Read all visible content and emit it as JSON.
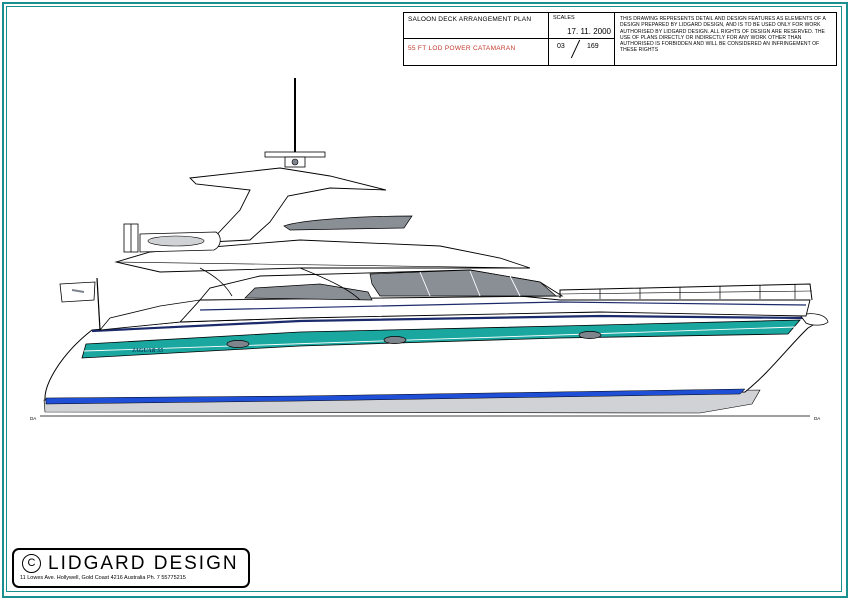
{
  "title_block": {
    "drawing_title": "SALOON DECK ARRANGEMENT PLAN",
    "project": "55 FT LOD  POWER CATAMARAN",
    "scales_label": "SCALES",
    "date": "17. 11. 2000",
    "sheet_number": "03",
    "sheet_total": "169",
    "notice": "THIS DRAWING REPRESENTS DETAIL AND DESIGN FEATURES AS ELEMENTS OF A DESIGN PREPARED BY LIDGARD DESIGN, AND IS TO BE USED ONLY FOR WORK AUTHORISED BY LIDGARD DESIGN. ALL RIGHTS OF DESIGN ARE RESERVED. THE USE OF PLANS DIRECTLY OR INDIRECTLY FOR ANY WORK OTHER THAN AUTHORISED IS FORBIDDEN AND WILL BE CONSIDERED AN INFRINGEMENT OF THESE RIGHTS"
  },
  "drawing": {
    "hull_name": "JAGUAR 55",
    "baseline_label_left": "DA",
    "baseline_label_right": "DA",
    "colors": {
      "accent_stripe": "#1aa7a0",
      "boot_stripe": "#1f4fd6",
      "glass": "#8a8f96",
      "deck_navy": "#1b2a6b",
      "outline": "#000000"
    }
  },
  "logo": {
    "copyright_symbol": "C",
    "company": "LIDGARD  DESIGN",
    "address": "11 Lowes Ave. Hollywell, Gold Coast 4216 Australia  Ph. 7  55775215"
  }
}
